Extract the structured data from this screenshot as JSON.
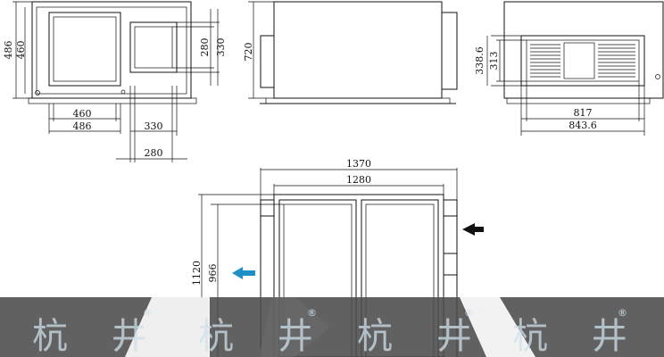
{
  "front_view": {
    "height_total": "486",
    "height_inner": "460",
    "width_inner": "460",
    "width_total": "486",
    "vent_height_inner": "280",
    "vent_height_outer": "330",
    "vent_width_outer": "330",
    "vent_width_inner": "280"
  },
  "side_view": {
    "height": "720"
  },
  "rear_view": {
    "height_outer": "338.6",
    "height_inner": "313",
    "width_inner": "817",
    "width_outer": "843.6"
  },
  "top_view": {
    "length_total": "1370",
    "length_inner": "1280",
    "depth_total": "1120",
    "depth_inner": "966"
  },
  "arrows": {
    "return_air_color": "#111111",
    "supply_air_color": "#1e90c8",
    "fresh_air_color": "#e8956e"
  },
  "watermark": {
    "text": "杭 井",
    "mark": "®"
  },
  "band_color": "#4b4b4b"
}
